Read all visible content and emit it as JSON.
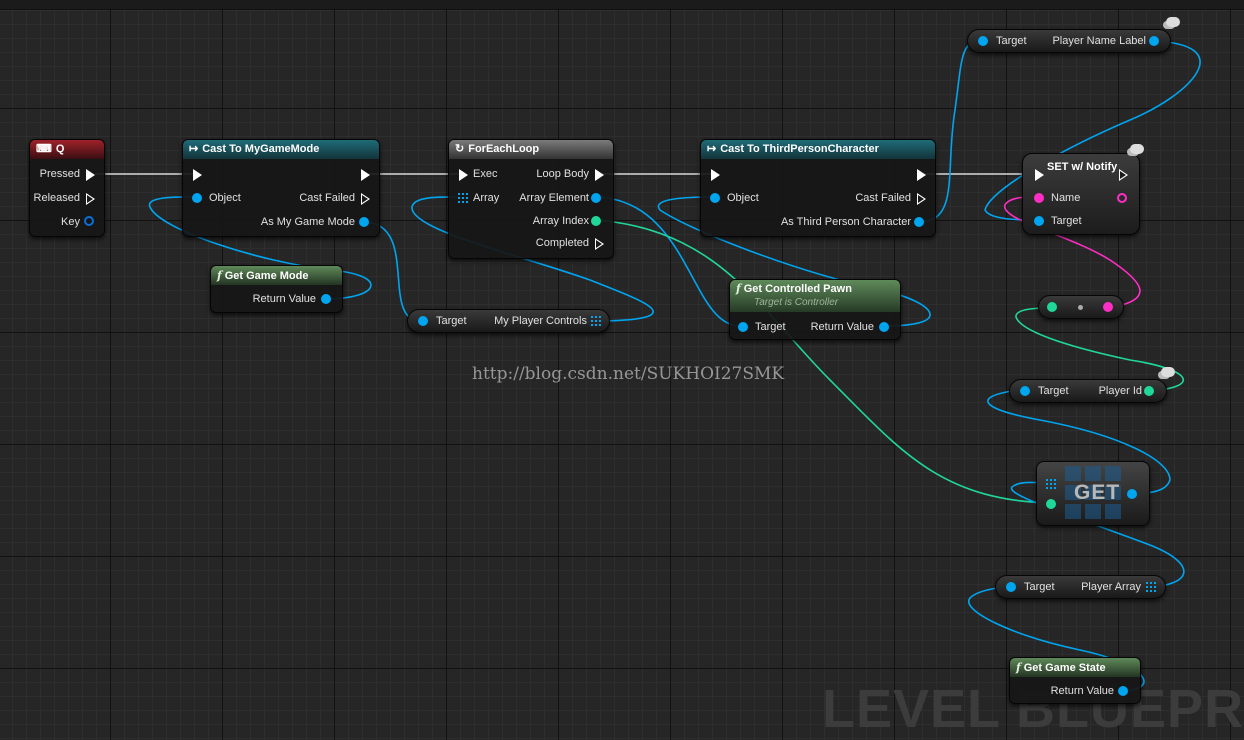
{
  "nodes": {
    "q_event": {
      "title": "Q",
      "pressed": "Pressed",
      "released": "Released",
      "key": "Key"
    },
    "cast_game_mode": {
      "title": "Cast To MyGameMode",
      "object": "Object",
      "cast_failed": "Cast Failed",
      "as_game_mode": "As My Game Mode"
    },
    "foreach": {
      "title": "ForEachLoop",
      "exec": "Exec",
      "loop_body": "Loop Body",
      "array": "Array",
      "array_element": "Array Element",
      "array_index": "Array Index",
      "completed": "Completed"
    },
    "cast_third_person": {
      "title": "Cast To ThirdPersonCharacter",
      "object": "Object",
      "cast_failed": "Cast Failed",
      "as_third": "As Third Person Character"
    },
    "set_notify": {
      "title": "SET w/ Notify",
      "name": "Name",
      "target": "Target"
    },
    "get_game_mode": {
      "title": "Get Game Mode",
      "return_value": "Return Value"
    },
    "player_controls": {
      "target": "Target",
      "output": "My Player Controls"
    },
    "controlled_pawn": {
      "title": "Get Controlled Pawn",
      "subtitle": "Target is Controller",
      "target": "Target",
      "return_value": "Return Value"
    },
    "player_name_label": {
      "target": "Target",
      "output": "Player Name Label"
    },
    "player_id": {
      "target": "Target",
      "output": "Player Id"
    },
    "get_array": {
      "label": "GET"
    },
    "player_array": {
      "target": "Target",
      "output": "Player Array"
    },
    "get_game_state": {
      "title": "Get Game State",
      "return_value": "Return Value"
    }
  },
  "watermark": "http://blog.csdn.net/SUKHOI27SMK",
  "graph_label": "LEVEL BLUEPRIN",
  "colors": {
    "exec": "#ffffff",
    "object": "#00a5f0",
    "integer": "#20d79a",
    "name": "#ff2ec4"
  }
}
